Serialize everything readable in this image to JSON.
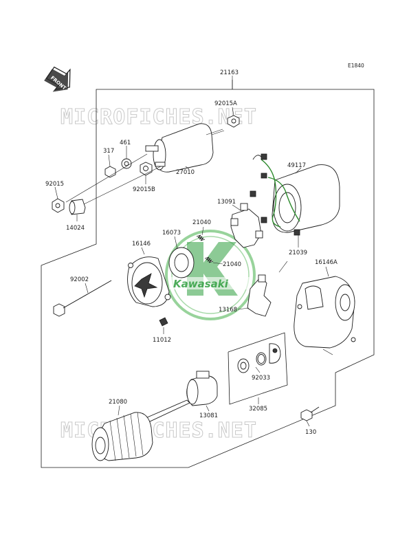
{
  "diagram_code": "E1840",
  "direction_label": "FRONT",
  "watermark_text": "MICROFICHES.NET",
  "brand_logo": "Kawasaki",
  "colors": {
    "ink": "#1a1a1a",
    "logo_green": "#2e9e3e",
    "logo_ring": "#6cc070",
    "watermark": "#c8c8c8"
  },
  "labels": {
    "p21163": "21163",
    "p92015A": "92015A",
    "p461": "461",
    "p317": "317",
    "p27010": "27010",
    "p49117": "49117",
    "p92015": "92015",
    "p92015B": "92015B",
    "p14024": "14024",
    "p13091": "13091",
    "p16073": "16073",
    "p21040a": "21040",
    "p21040b": "21040",
    "p21039": "21039",
    "p16146": "16146",
    "p16146A": "16146A",
    "p92002": "92002",
    "p13168": "13168",
    "p11012": "11012",
    "p92033": "92033",
    "p21080": "21080",
    "p13081": "13081",
    "p32085": "32085",
    "p130": "130"
  }
}
